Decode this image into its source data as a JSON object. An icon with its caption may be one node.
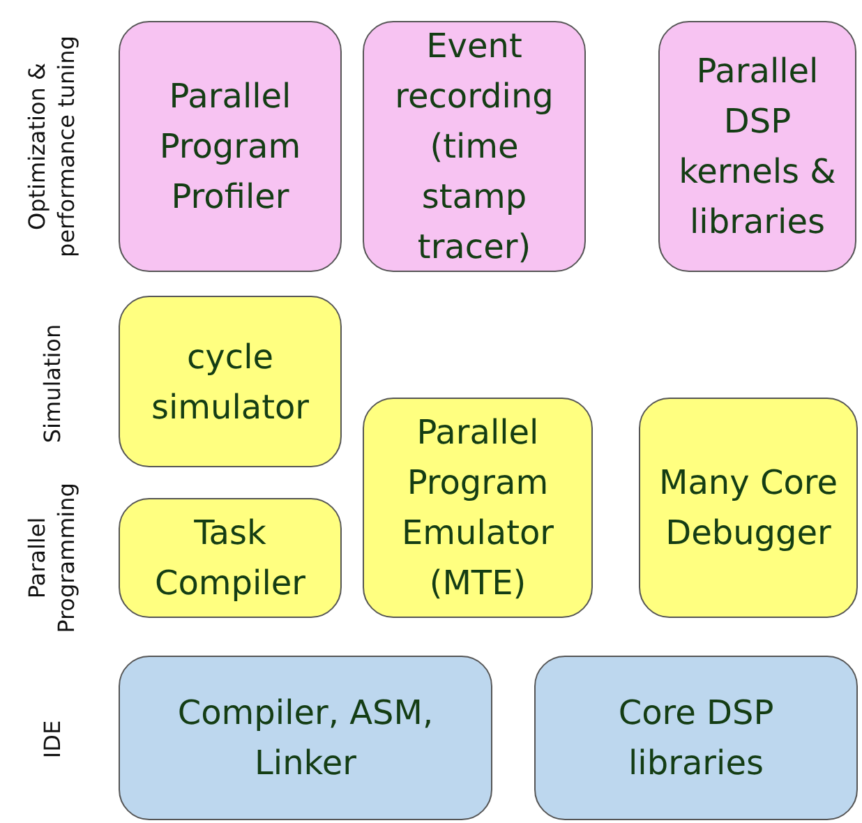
{
  "diagram": {
    "nodes": [
      {
        "text": [
          "Parallel Program Profiler"
        ]
      },
      {
        "text": [
          "Event recording (time stamp tracer)"
        ]
      },
      {
        "text": [
          "Parallel DSP kernels & libraries"
        ]
      },
      {
        "text": [
          "cycle simulator"
        ]
      },
      {
        "text": [
          "Task Compiler"
        ]
      },
      {
        "text": [
          "Parallel Program Emulator (MTE)"
        ]
      },
      {
        "text": [
          "Many Core Debugger"
        ]
      },
      {
        "text": [
          "Compiler, ASM, Linker"
        ]
      },
      {
        "text": [
          "Core DSP libraries"
        ]
      }
    ],
    "labels": [
      "Optimization & performance tuning",
      "Simulation",
      "Parallel Programming",
      "IDE"
    ]
  }
}
